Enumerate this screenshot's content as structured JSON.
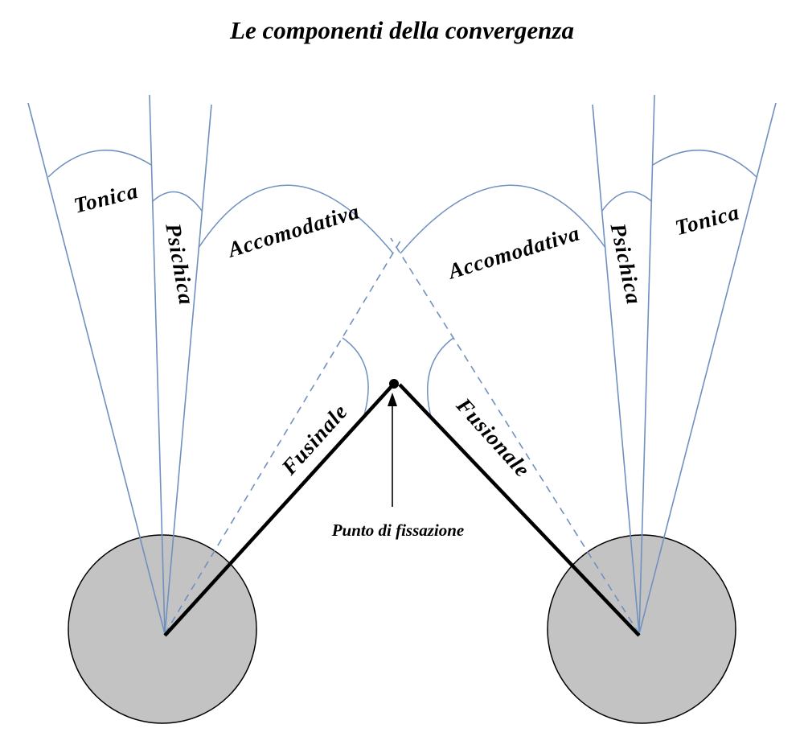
{
  "title": "Le componenti della convergenza",
  "labels": {
    "tonica_left": "Tonica",
    "psichica_left": "Psichica",
    "accomodativa_left": "Accomodativa",
    "fusinale_left": "Fusinale",
    "accomodativa_right": "Accomodativa",
    "psichica_right": "Psichica",
    "tonica_right": "Tonica",
    "fusionale_right": "Fusionale",
    "fixation_label": "Punto di fissazione"
  },
  "colors": {
    "line_blue": "#7090c0",
    "eye_fill": "#c3c3c3",
    "ink": "#000000",
    "background": "#ffffff"
  }
}
